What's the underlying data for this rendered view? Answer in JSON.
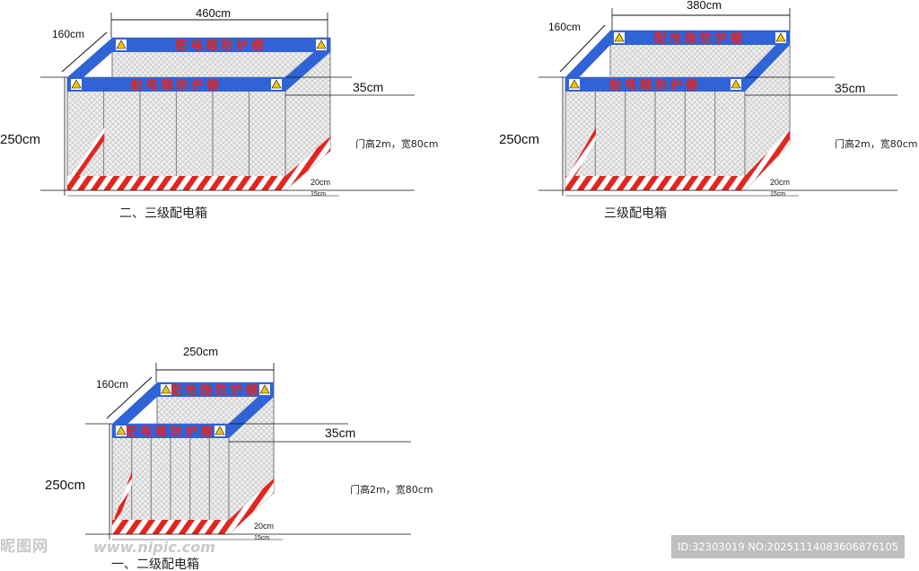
{
  "banner_text": "配电箱防护棚",
  "door_note": "门高2m，宽80cm",
  "colors": {
    "banner_blue": "#2f63d6",
    "stripe_red": "#e2261f",
    "mesh": "#c8c8c8",
    "frame": "#9a9a9a"
  },
  "structures": [
    {
      "name": "three-level-large",
      "width_label": "460cm",
      "depth_label": "160cm",
      "height_label": "250cm",
      "banner_label": "35cm",
      "stripe_label": "20cm",
      "base_label": "15cm",
      "door_label": "门高2m，宽80cm",
      "caption": "二、三级配电箱"
    },
    {
      "name": "three-level",
      "width_label": "380cm",
      "depth_label": "160cm",
      "height_label": "250cm",
      "banner_label": "35cm",
      "stripe_label": "20cm",
      "base_label": "15cm",
      "door_label": "门高2m，宽80cm",
      "caption": "三级配电箱"
    },
    {
      "name": "two-level",
      "width_label": "250cm",
      "depth_label": "160cm",
      "height_label": "250cm",
      "banner_label": "35cm",
      "stripe_label": "20cm",
      "base_label": "15cm",
      "door_label": "门高2m，宽80cm",
      "caption": "一、二级配电箱"
    }
  ],
  "watermark": {
    "logo_text": "昵图网",
    "site_text": "www.nipic.com",
    "id_text": "ID:32303019 NO:20251114083606876105"
  }
}
